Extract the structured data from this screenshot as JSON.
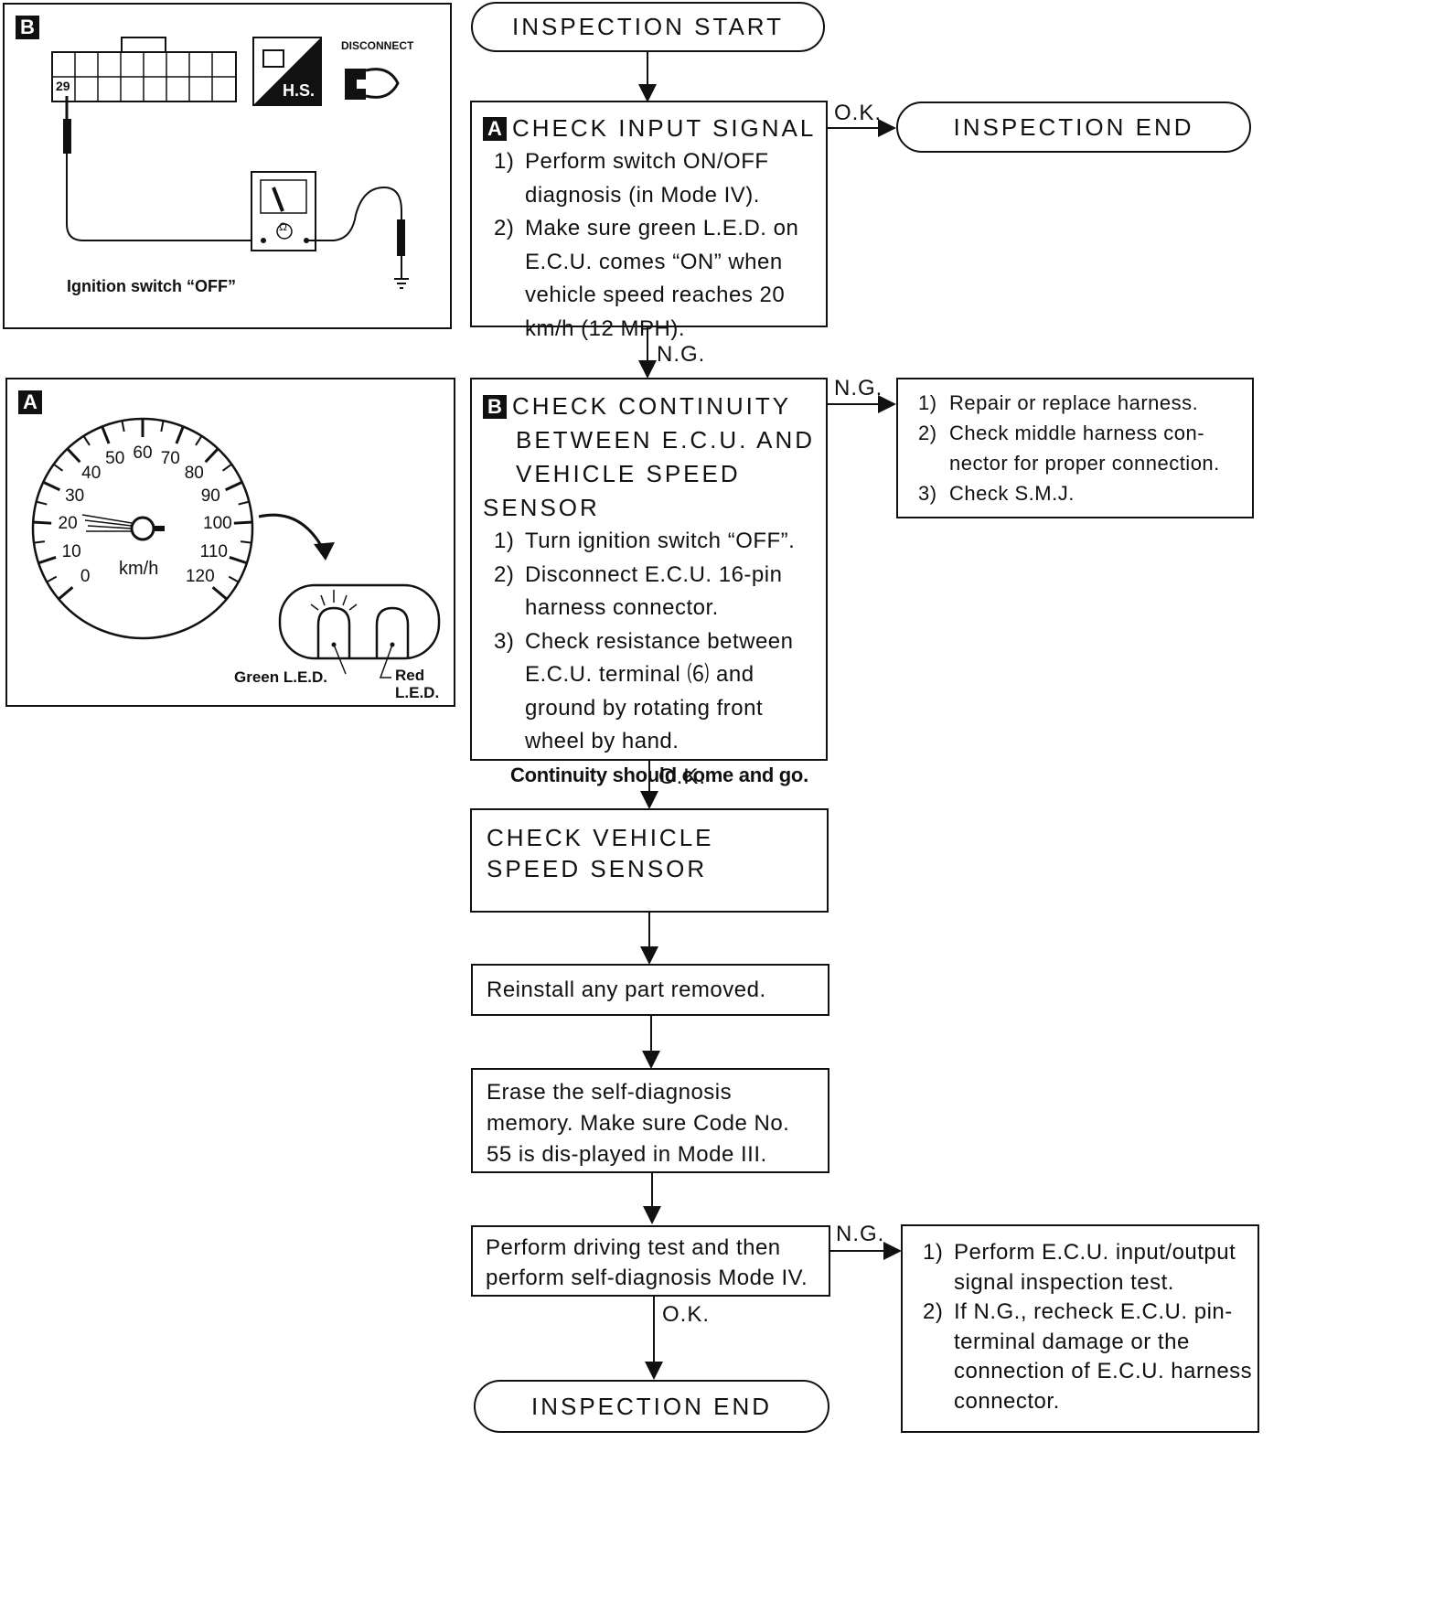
{
  "start": "INSPECTION  START",
  "end_top": "INSPECTION  END",
  "end_bottom": "INSPECTION  END",
  "step_a": {
    "tag": "A",
    "title": "CHECK  INPUT  SIGNAL",
    "items": [
      {
        "n": "1)",
        "text": "Perform switch ON/OFF diagnosis (in Mode IV)."
      },
      {
        "n": "2)",
        "text": "Make sure green L.E.D. on E.C.U. comes “ON” when vehicle speed reaches 20 km/h (12 MPH)."
      }
    ]
  },
  "step_b": {
    "tag": "B",
    "title_lines": [
      "CHECK  CONTINUITY",
      "BETWEEN  E.C.U.  AND",
      "VEHICLE  SPEED  SENSOR"
    ],
    "items": [
      {
        "n": "1)",
        "text": "Turn ignition switch “OFF”."
      },
      {
        "n": "2)",
        "text": "Disconnect E.C.U. 16-pin harness connector."
      },
      {
        "n": "3)",
        "text": "Check resistance between E.C.U. terminal ⑹ and ground by rotating front wheel by hand."
      }
    ],
    "note": "Continuity should come and go."
  },
  "repair": {
    "items": [
      {
        "n": "1)",
        "text": "Repair or replace harness."
      },
      {
        "n": "2)",
        "text": "Check middle harness con-nector for proper connection."
      },
      {
        "n": "3)",
        "text": "Check S.M.J."
      }
    ]
  },
  "check_sensor": "CHECK  VEHICLE  SPEED SENSOR",
  "reinstall": "Reinstall any part removed.",
  "erase": "Erase the self-diagnosis memory. Make sure Code No. 55 is dis-played in Mode III.",
  "driving": "Perform driving test and then perform self-diagnosis Mode IV.",
  "final_ng": {
    "items": [
      {
        "n": "1)",
        "text": "Perform E.C.U. input/output signal inspection test."
      },
      {
        "n": "2)",
        "text": "If N.G., recheck E.C.U. pin-terminal damage or the connection of E.C.U. harness connector."
      }
    ]
  },
  "labels": {
    "ok1": "O.K.",
    "ng1": "N.G.",
    "ng2": "N.G.",
    "ok2": "O.K.",
    "ng3": "N.G.",
    "ok3": "O.K."
  },
  "panel_b": {
    "tag": "B",
    "pin": "29",
    "hs": "H.S.",
    "disconnect": "DISCONNECT",
    "ohm": "Ω",
    "caption": "Ignition switch “OFF”"
  },
  "panel_a": {
    "tag": "A",
    "speeds": [
      "0",
      "10",
      "20",
      "30",
      "40",
      "50",
      "60",
      "70",
      "80",
      "90",
      "100",
      "110",
      "120"
    ],
    "unit": "km/h",
    "green_led": "Green L.E.D.",
    "red_led_1": "Red",
    "red_led_2": "L.E.D."
  }
}
